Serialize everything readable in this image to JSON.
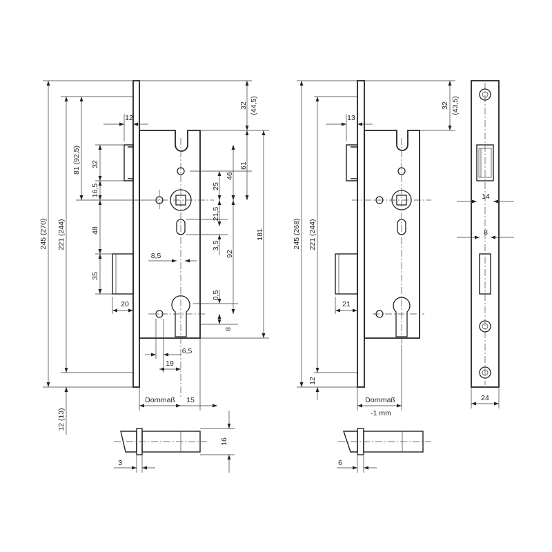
{
  "colors": {
    "line": "#222222",
    "background": "#ffffff"
  },
  "left": {
    "d_245": "245 (270)",
    "d_221": "221 (244)",
    "d_81": "81 (92,5)",
    "d_32": "32",
    "d_16_5": "16,5",
    "d_48": "48",
    "d_35": "35",
    "d_20": "20",
    "d_12": "12",
    "d_32_top": "32",
    "d_44_5": "(44,5)",
    "d_61": "61",
    "d_46": "46",
    "d_25": "25",
    "d_21_5": "21,5",
    "d_3_5": "3,5",
    "d_92": "92",
    "d_181": "181",
    "d_8_5": "8,5",
    "d_0_5": "0,5",
    "d_8": "8",
    "d_6_5": "6,5",
    "d_19": "19",
    "d_12_13": "12 (13)",
    "dornmass": "Dornmaß",
    "d_15": "15",
    "d_3": "3",
    "d_16": "16"
  },
  "middle": {
    "d_245": "245 (268)",
    "d_221": "221 (244)",
    "d_13": "13",
    "d_32": "32",
    "d_43_5": "(43,5)",
    "d_21": "21",
    "d_12": "12",
    "dornmass": "Dornmaß",
    "minus_1mm": "-1 mm",
    "d_6": "6"
  },
  "right": {
    "d_14": "14",
    "d_8": "8",
    "d_24": "24"
  }
}
